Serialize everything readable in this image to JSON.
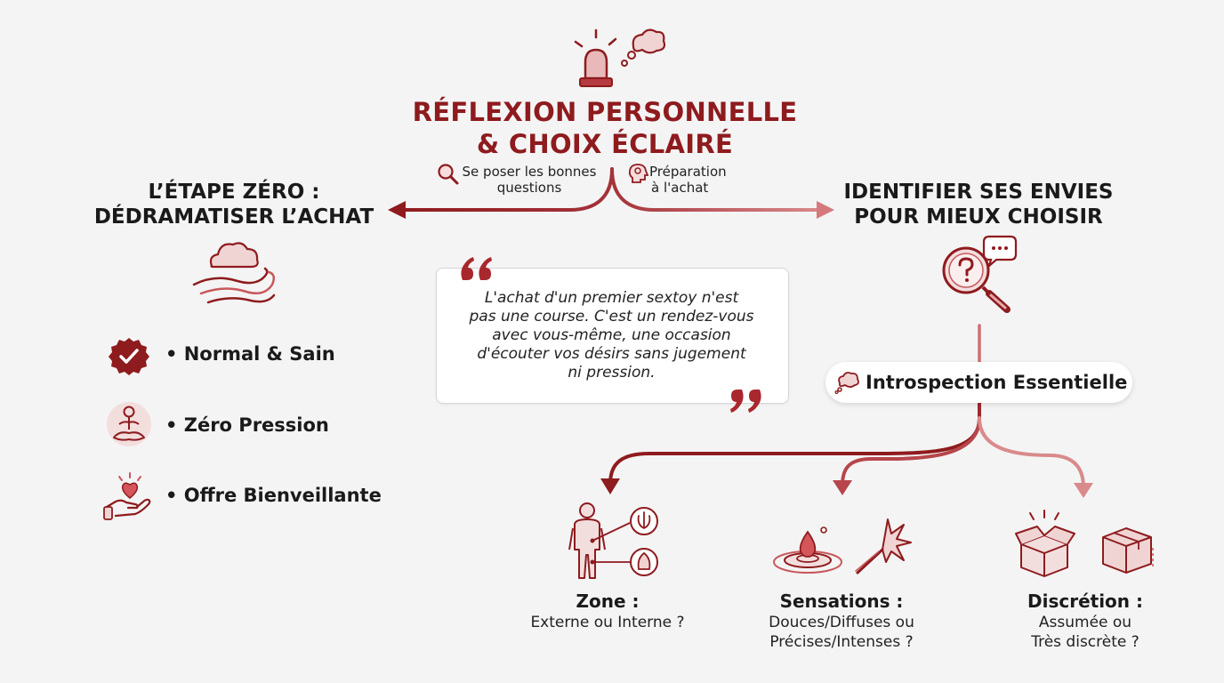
{
  "header": {
    "title_line1": "RÉFLEXION PERSONNELLE",
    "title_line2": "& CHOIX ÉCLAIRÉ",
    "left_hint": {
      "line1": "Se poser les bonnes",
      "line2": "questions"
    },
    "right_hint": {
      "line1": "Préparation",
      "line2": "à l'achat"
    }
  },
  "left_section": {
    "title_line1": "L’ÉTAPE ZÉRO :",
    "title_line2": "DÉDRAMATISER L’ACHAT",
    "items": [
      {
        "label": "• Normal & Sain",
        "icon": "badge-check-icon"
      },
      {
        "label": "• Zéro Pression",
        "icon": "meditation-icon"
      },
      {
        "label": "• Offre Bienveillante",
        "icon": "heart-hand-icon"
      }
    ]
  },
  "quote": {
    "line1": "L'achat d'un premier sextoy n'est",
    "line2": "pas une course. C'est un rendez-vous",
    "line3": "avec vous-même, une occasion",
    "line4": "d'écouter vos désirs sans jugement",
    "line5": "ni pression."
  },
  "right_section": {
    "title_line1": "IDENTIFIER SES ENVIES",
    "title_line2": "POUR MIEUX CHOISIR",
    "pill_label": "Introspection Essentielle"
  },
  "categories": [
    {
      "title": "Zone :",
      "line1": "Externe ou Interne ?",
      "line2": ""
    },
    {
      "title": "Sensations :",
      "line1": "Douces/Diffuses ou",
      "line2": "Précises/Intenses ?"
    },
    {
      "title": "Discrétion :",
      "line1": "Assumée ou",
      "line2": "Très discrète ?"
    }
  ],
  "colors": {
    "accent": "#8e1b1e",
    "accent_light": "#c8585c",
    "icon_fill": "#f0d4d4",
    "background": "#f4f4f4"
  }
}
